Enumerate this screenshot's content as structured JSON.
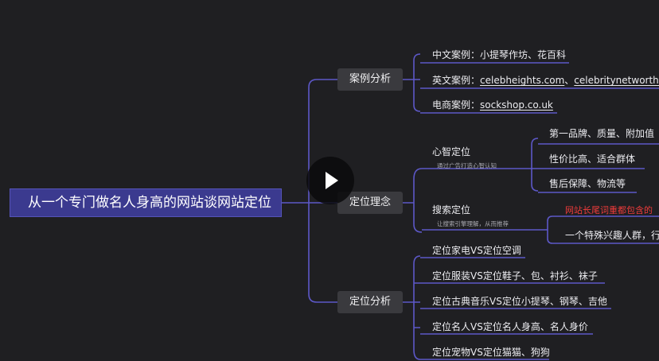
{
  "root": {
    "label": "从一个专门做名人身高的网站谈网站定位"
  },
  "branches": [
    {
      "label": "案例分析",
      "items": [
        {
          "prefix": "中文案例：",
          "text": "小提琴作坊、花百科"
        },
        {
          "prefix": "英文案例：",
          "link1": "celebheights.com",
          "sep": "、",
          "link2": "celebritynetworth.com"
        },
        {
          "prefix": "电商案例：",
          "link1": "sockshop.co.uk"
        }
      ]
    },
    {
      "label": "定位理念",
      "items": [
        {
          "label": "心智定位",
          "note": "通过广告打造心智认知",
          "children": [
            "第一品牌、质量、附加值",
            "性价比高、适合群体",
            "售后保障、物流等"
          ]
        },
        {
          "label": "搜索定位",
          "note": "让搜索引擎理解，从而推荐",
          "highlight": "网站长尾词重都包含的",
          "children": [
            "一个特殊兴趣人群，行"
          ]
        }
      ]
    },
    {
      "label": "定位分析",
      "items": [
        "定位家电VS定位空调",
        "定位服装VS定位鞋子、包、衬衫、袜子",
        "定位古典音乐VS定位小提琴、钢琴、吉他",
        "定位名人VS定位名人身高、名人身价",
        "定位宠物VS定位猫猫、狗狗"
      ]
    }
  ],
  "colors": {
    "line": "#5d58c8",
    "root_bg": "#3b3a8f",
    "node_bg": "#3a3a3e",
    "highlight": "#ee3b3b"
  },
  "player": {
    "icon": "play-icon"
  }
}
